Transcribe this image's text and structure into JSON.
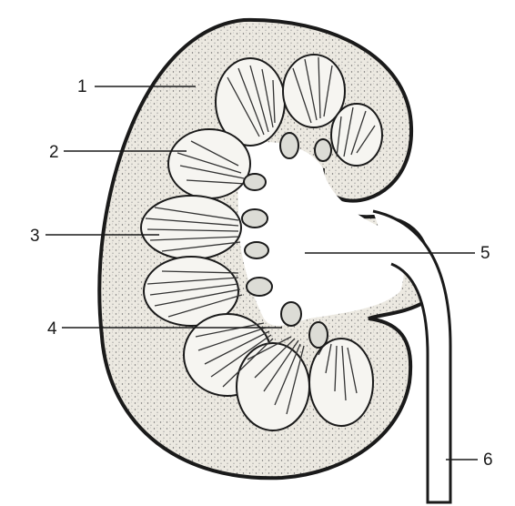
{
  "labels": [
    {
      "id": "1",
      "text": "1"
    },
    {
      "id": "2",
      "text": "2"
    },
    {
      "id": "3",
      "text": "3"
    },
    {
      "id": "4",
      "text": "4"
    },
    {
      "id": "5",
      "text": "5"
    },
    {
      "id": "6",
      "text": "6"
    }
  ],
  "colors": {
    "background": "#ffffff",
    "ink": "#1a1a1a",
    "cortex_fill": "#ece9e1",
    "pyramid_fill": "#f6f5f1",
    "pelvis_fill": "#ffffff"
  }
}
